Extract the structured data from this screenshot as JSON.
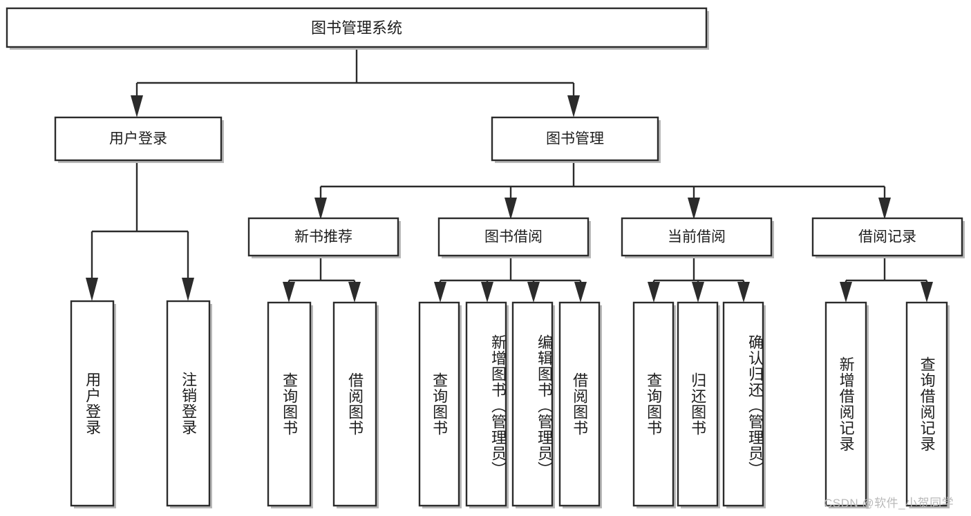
{
  "diagram": {
    "type": "tree-hierarchy",
    "title": "图书管理系统",
    "root": {
      "label": "图书管理系统"
    },
    "level2": [
      {
        "label": "用户登录"
      },
      {
        "label": "图书管理"
      }
    ],
    "level3": [
      {
        "label": "新书推荐"
      },
      {
        "label": "图书借阅"
      },
      {
        "label": "当前借阅"
      },
      {
        "label": "借阅记录"
      }
    ],
    "leaves": {
      "user_login": [
        {
          "label": "用户登录"
        },
        {
          "label": "注销登录"
        }
      ],
      "new_book_recommend": [
        {
          "label": "查询图书"
        },
        {
          "label": "借阅图书"
        }
      ],
      "book_borrow": [
        {
          "label": "查询图书"
        },
        {
          "label": "新增图书（管理员）"
        },
        {
          "label": "编辑图书（管理员）"
        },
        {
          "label": "借阅图书"
        }
      ],
      "current_borrow": [
        {
          "label": "查询图书"
        },
        {
          "label": "归还图书"
        },
        {
          "label": "确认归还（管理员）"
        }
      ],
      "borrow_record": [
        {
          "label": "新增借阅记录"
        },
        {
          "label": "查询借阅记录"
        }
      ]
    }
  },
  "watermark": {
    "text": "CSDN @软件_小贺同学"
  },
  "colors": {
    "box_stroke": "#2b2b2b",
    "box_fill": "#ffffff",
    "text": "#1d1d1d",
    "watermark": "#b9b9b9",
    "shadow": "#b8b8b8",
    "background": "#ffffff"
  }
}
